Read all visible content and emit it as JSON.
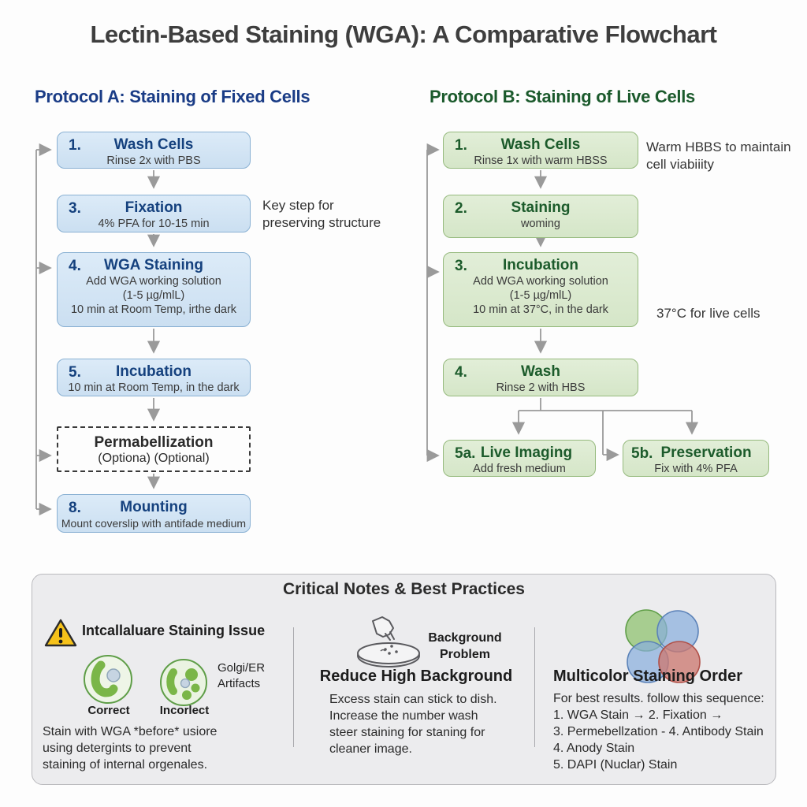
{
  "title": "Lectin-Based Staining (WGA): A Comparative Flowchart",
  "protocol_a": {
    "heading": "Protocol A: Staining of Fixed Cells",
    "steps": [
      {
        "num": "1.",
        "title": "Wash Cells",
        "lines": [
          "Rinse 2x with PBS"
        ]
      },
      {
        "num": "3.",
        "title": "Fixation",
        "lines": [
          "4% PFA for 10-15 min"
        ]
      },
      {
        "num": "4.",
        "title": "WGA Staining",
        "lines": [
          "Add WGA working solution",
          "(1-5 µg/mlL)",
          "10 min at Room Temp, irthe dark"
        ]
      },
      {
        "num": "5.",
        "title": "Incubation",
        "lines": [
          "10 min at Room Temp, in the dark"
        ]
      },
      {
        "num": "",
        "title": "Permabellization",
        "lines": [
          "(Optiona) (Optional)"
        ]
      },
      {
        "num": "8.",
        "title": "Mounting",
        "lines": [
          "Mount coverslip with antifade medium"
        ]
      }
    ],
    "note_fixation": "Key step for\npreserving structure"
  },
  "protocol_b": {
    "heading": "Protocol B: Staining of Live Cells",
    "steps": [
      {
        "num": "1.",
        "title": "Wash Cells",
        "lines": [
          "Rinse 1x with warm HBSS"
        ]
      },
      {
        "num": "2.",
        "title": "Staining",
        "lines": [
          "woming"
        ]
      },
      {
        "num": "3.",
        "title": "Incubation",
        "lines": [
          "Add WGA working solution",
          "(1-5 µg/mlL)",
          "10 min at 37°C, in the dark"
        ]
      },
      {
        "num": "4.",
        "title": "Wash",
        "lines": [
          "Rinse 2 with HBS"
        ]
      },
      {
        "num": "5a.",
        "title": "Live Imaging",
        "lines": [
          "Add fresh medium"
        ]
      },
      {
        "num": "5b.",
        "title": "Preservation",
        "lines": [
          "Fix with 4% PFA"
        ]
      }
    ],
    "note_wash": "Warm HBBS to maintain\ncell viabiiity",
    "note_incubation": "37°C for live cells"
  },
  "notes_panel": {
    "title": "Critical Notes & Best Practices",
    "intracellular": {
      "heading": "Intcallaluare Staining Issue",
      "correct_label": "Correct",
      "incorrect_label": "Incorlect",
      "artifact_label": "Golgi/ER\nArtifacts",
      "body": "Stain with WGA *before* usiore\nusing detergints to prevent\nstaining of internal orgenales."
    },
    "background": {
      "icon_label": "Background\nProblem",
      "heading": "Reduce High Background",
      "body": "Excess stain can stick to dish.\nIncrease the number wash\nsteer staining for staning for\ncleaner image."
    },
    "multicolor": {
      "heading": "Multicolor Staining Order",
      "body": "For best results. follow this sequence:\n1. WGA Stain → 2. Fixation →\n3. Permebellzation - 4. Antibody Stain\n4. Anody Stain\n5. DAPI (Nuclar) Stain"
    }
  },
  "colors": {
    "accent_protocol_a": "#1a3c86",
    "accent_protocol_b": "#1b5a2c",
    "box_a_fill": "#d2e4f3",
    "box_a_border": "#8ab1d3",
    "box_b_fill": "#dcead1",
    "box_b_border": "#96ba7e",
    "arrow_gray": "#9a9a9a",
    "panel_fill": "#ececee",
    "warning_yellow": "#f6c21a"
  }
}
